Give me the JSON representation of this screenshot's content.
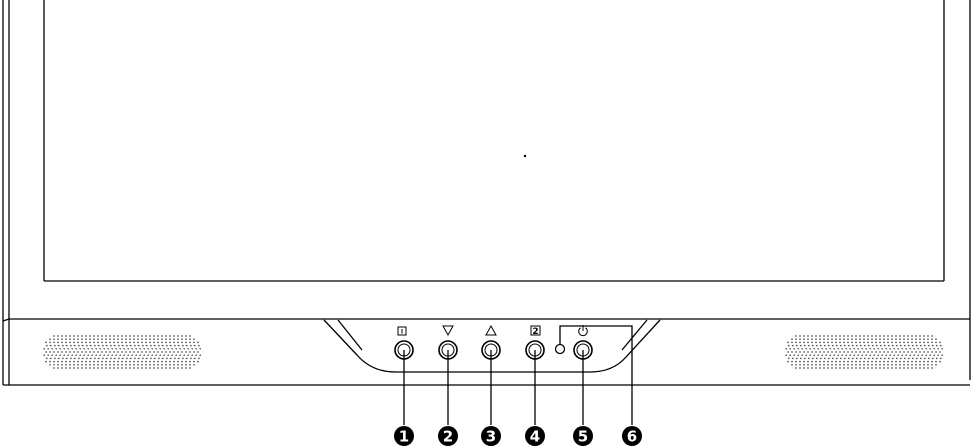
{
  "colors": {
    "line": "#000000",
    "background": "#ffffff",
    "speaker_dots": "#555555",
    "callout_fill": "#000000",
    "callout_text": "#ffffff"
  },
  "speakers": [
    {
      "name": "left-speaker-grille",
      "side": "left"
    },
    {
      "name": "right-speaker-grille",
      "side": "right"
    }
  ],
  "control_buttons": [
    {
      "name": "menu-button",
      "symbol_icon": "menu-icon",
      "callout": "1"
    },
    {
      "name": "down-button",
      "symbol_icon": "down-triangle-icon",
      "callout": "2"
    },
    {
      "name": "up-button",
      "symbol_icon": "up-triangle-icon",
      "callout": "3"
    },
    {
      "name": "input-button",
      "symbol_icon": "input-2-icon",
      "symbol_text": "2",
      "callout": "4"
    },
    {
      "name": "power-button",
      "symbol_icon": "power-icon",
      "callout": "5"
    }
  ],
  "power_led": {
    "name": "power-indicator-led",
    "callout": "6"
  }
}
